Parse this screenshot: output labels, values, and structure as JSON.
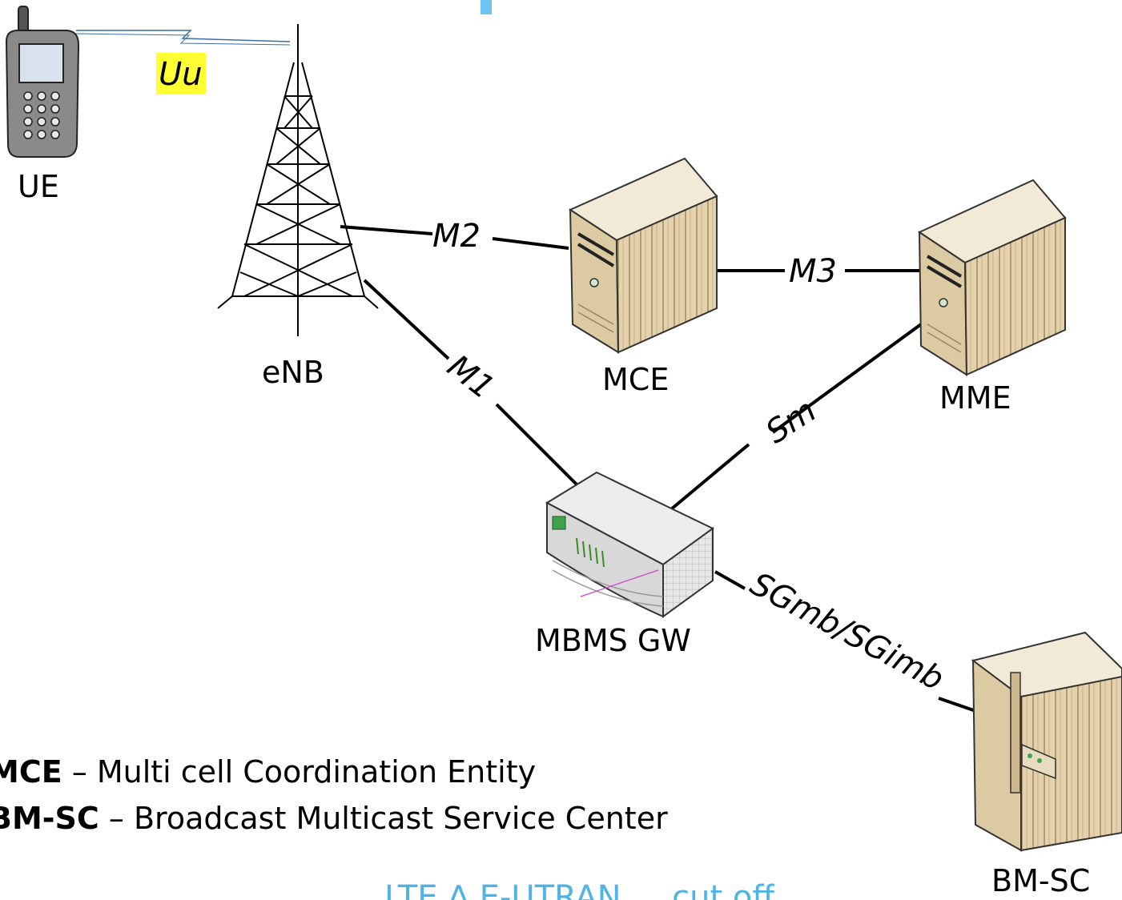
{
  "nodes": {
    "ue": "UE",
    "enb": "eNB",
    "mce": "MCE",
    "mme": "MME",
    "mbms_gw": "MBMS GW",
    "bmsc": "BM-SC"
  },
  "interfaces": {
    "uu": "Uu",
    "m1": "M1",
    "m2": "M2",
    "m3": "M3",
    "sm": "Sm",
    "sgmb": "SGmb/SGimb"
  },
  "legend": [
    {
      "abbr": "MCE",
      "text": " – Multi cell Coordination Entity"
    },
    {
      "abbr": "BM-SC",
      "text": " – Broadcast Multicast Service Center"
    }
  ],
  "footer": "LTE ∆ E-UTRAN ... cut off",
  "colors": {
    "uu_highlight": "#ffff33",
    "server_body": "#e8d9b8",
    "server_shade": "#c8b48c",
    "footer_text": "#4fb3e8"
  }
}
